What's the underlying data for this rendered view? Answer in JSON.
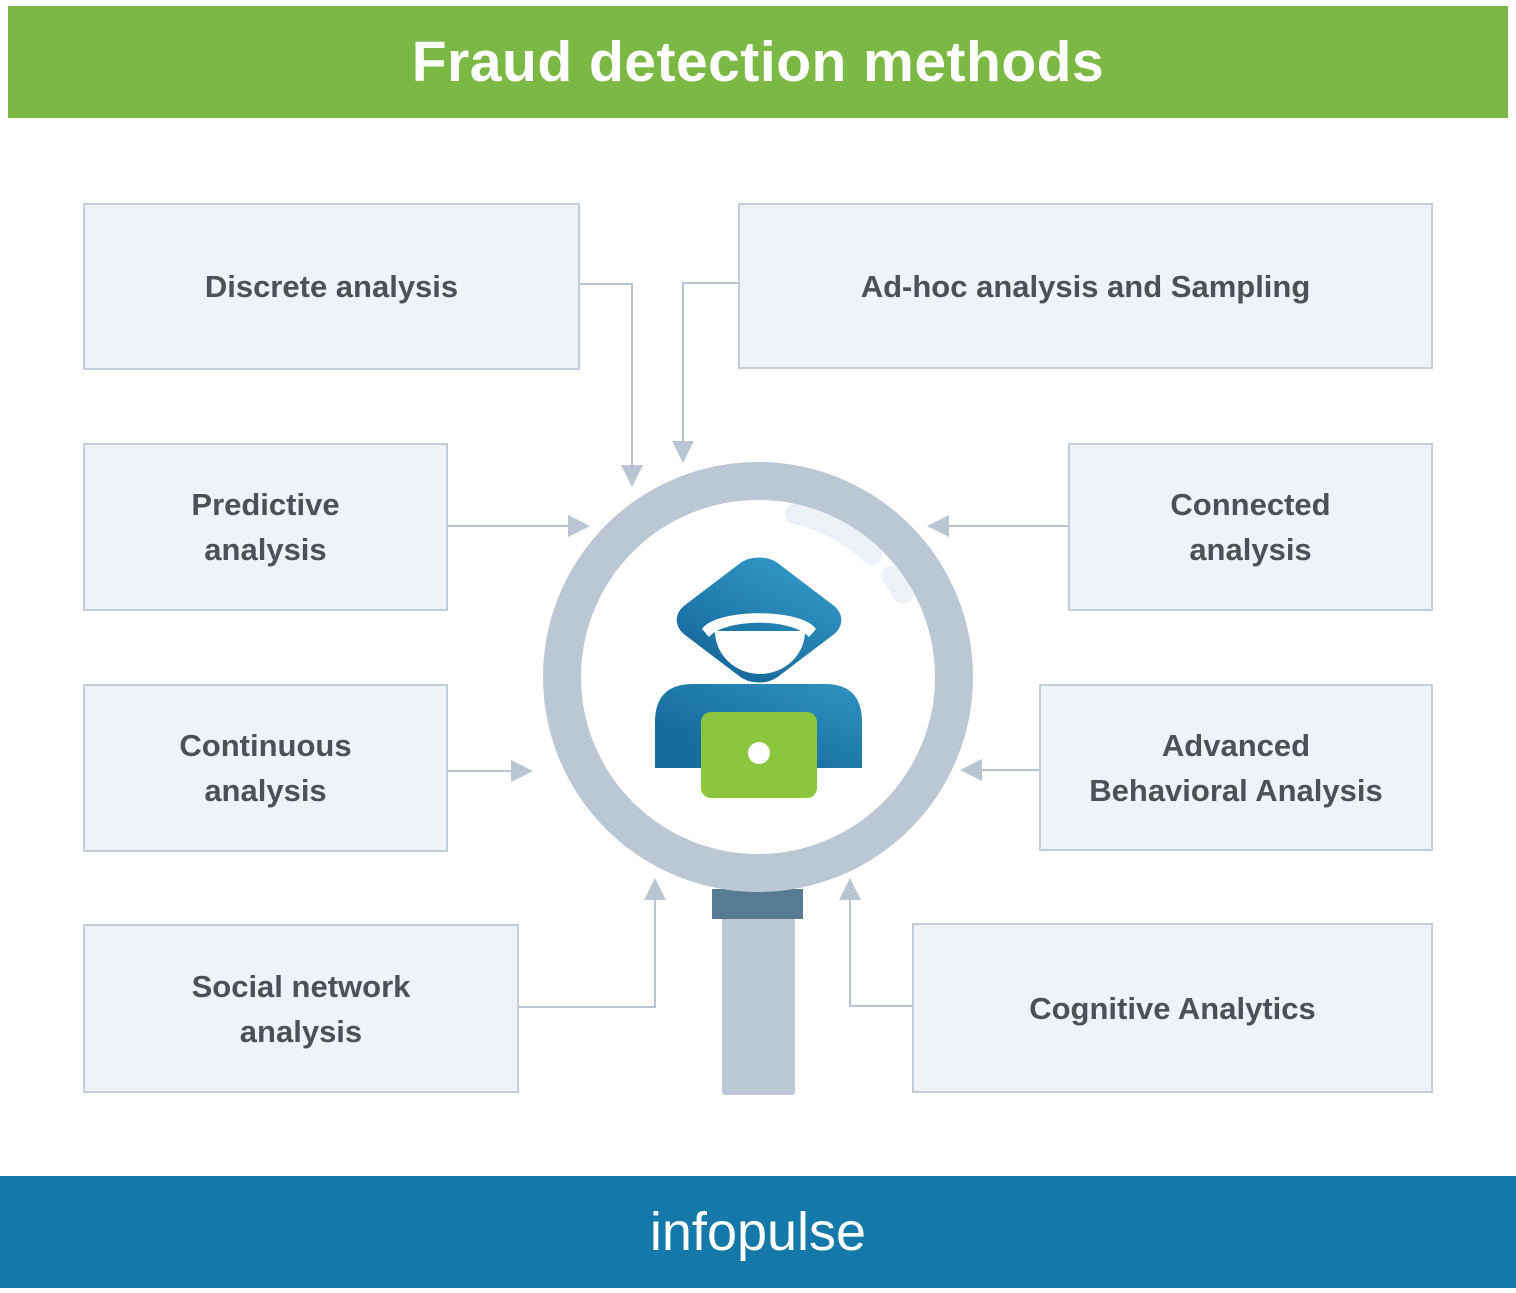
{
  "header": {
    "title": "Fraud detection methods"
  },
  "footer": {
    "logo": "infopulse"
  },
  "diagram": {
    "center_icon": "fraudster-with-laptop-under-magnifying-glass",
    "methods": [
      {
        "label": "Discrete analysis",
        "lines": [
          "Discrete analysis"
        ],
        "position": "top-left"
      },
      {
        "label": "Ad-hoc analysis and Sampling",
        "lines": [
          "Ad-hoc analysis and Sampling"
        ],
        "position": "top-right"
      },
      {
        "label": "Predictive analysis",
        "lines": [
          "Predictive",
          "analysis"
        ],
        "position": "upper-mid-left"
      },
      {
        "label": "Connected analysis",
        "lines": [
          "Connected",
          "analysis"
        ],
        "position": "upper-mid-right"
      },
      {
        "label": "Continuous analysis",
        "lines": [
          "Continuous",
          "analysis"
        ],
        "position": "lower-mid-left"
      },
      {
        "label": "Advanced Behavioral Analysis",
        "lines": [
          "Advanced",
          "Behavioral Analysis"
        ],
        "position": "lower-mid-right"
      },
      {
        "label": "Social network analysis",
        "lines": [
          "Social network",
          "analysis"
        ],
        "position": "bottom-left"
      },
      {
        "label": "Cognitive Analytics",
        "lines": [
          "Cognitive Analytics"
        ],
        "position": "bottom-right"
      }
    ]
  },
  "colors": {
    "header_green": "#7BB944",
    "footer_blue": "#1478A8",
    "title_text": "#FFFFFF",
    "box_bg": "#EFF2F6",
    "box_border": "#C3CEDA",
    "box_text": "#4C5157",
    "line": "#B9C5D1",
    "ring": "#BBC7D3",
    "handle": "#BCC8D4",
    "neck": "#567B93",
    "hood_light": "#2E93C2",
    "hood_dark": "#186C9E",
    "laptop_green": "#8CC63F"
  }
}
